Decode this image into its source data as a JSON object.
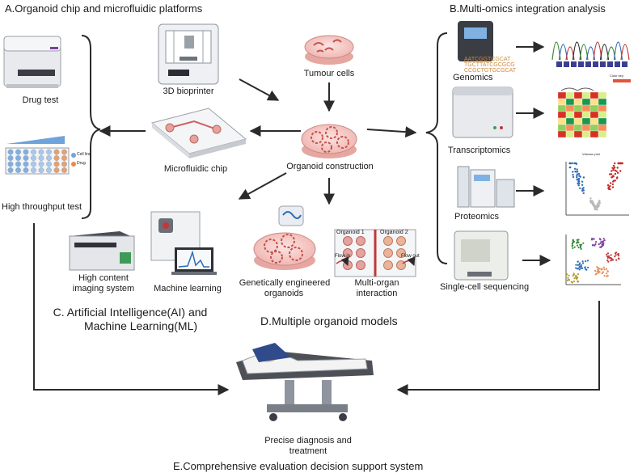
{
  "sections": {
    "a": "A.Organoid chip and microfluidic platforms",
    "b": "B.Multi-omics integration analysis",
    "c_line1": "C. Artificial Intelligence(AI)  and",
    "c_line2": "Machine Learning(ML)",
    "d": "D.Multiple organoid models",
    "e": "E.Comprehensive evaluation decision support system"
  },
  "labels": {
    "drug_test": "Drug test",
    "htt": "High throughput test",
    "bioprinter": "3D bioprinter",
    "tumour": "Tumour cells",
    "microfluidic": "Microfluidic chip",
    "organoid_construction": "Organoid construction",
    "hcis_line1": "High content",
    "hcis_line2": "imaging system",
    "ml": "Machine learning",
    "geo_line1": "Genetically engineered",
    "geo_line2": "organoids",
    "moi_line1": "Multi-organ",
    "moi_line2": "interaction",
    "genomics": "Genomics",
    "transcriptomics": "Transcriptomics",
    "proteomics": "Proteomics",
    "sc": "Single-cell sequencing",
    "pdt_line1": "Precise diagnosis and",
    "pdt_line2": "treatment"
  },
  "chip_labels": {
    "organoid1": "Organoid 1",
    "organoid2": "Organoid 2",
    "flow_in": "Flow in",
    "flow_out": "Flow out"
  },
  "plate_legend": [
    "Cell line",
    "Drug"
  ],
  "dna_text": [
    "AATCGGTCGCAT",
    "TGCTTATCGCGCG",
    "CCGCTGTGCGCAT"
  ],
  "heatmap_title": "Color key",
  "volcano_title": "Volcano plot",
  "colors": {
    "red": "#c62828",
    "blue": "#2e6db4",
    "pink": "#f2b8b5",
    "dark": "#2b2b2b"
  }
}
